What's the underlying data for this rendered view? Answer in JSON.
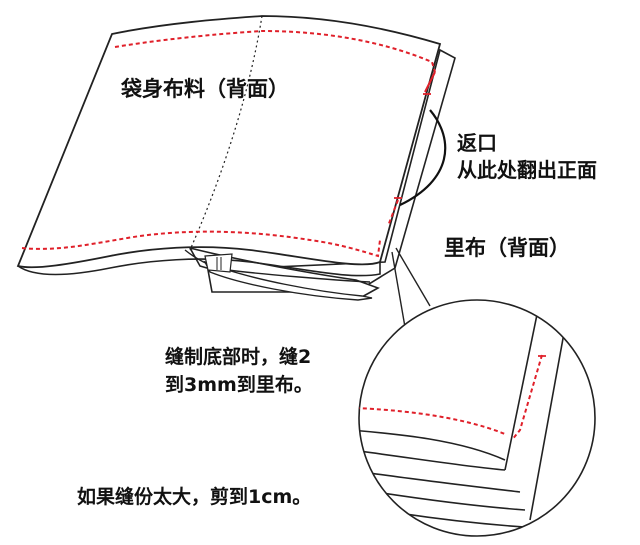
{
  "labels": {
    "bag_fabric": "袋身布料（背面）",
    "opening_title": "返口",
    "opening_desc": "从此处翻出正面",
    "lining": "里布（背面）",
    "bottom_note_line1": "缝制底部时，缝2",
    "bottom_note_line2": "到3mm到里布。",
    "seam_note": "如果缝份太大，剪到1cm。"
  },
  "colors": {
    "outline": "#222222",
    "stitch": "#e0202a",
    "background": "#ffffff"
  }
}
